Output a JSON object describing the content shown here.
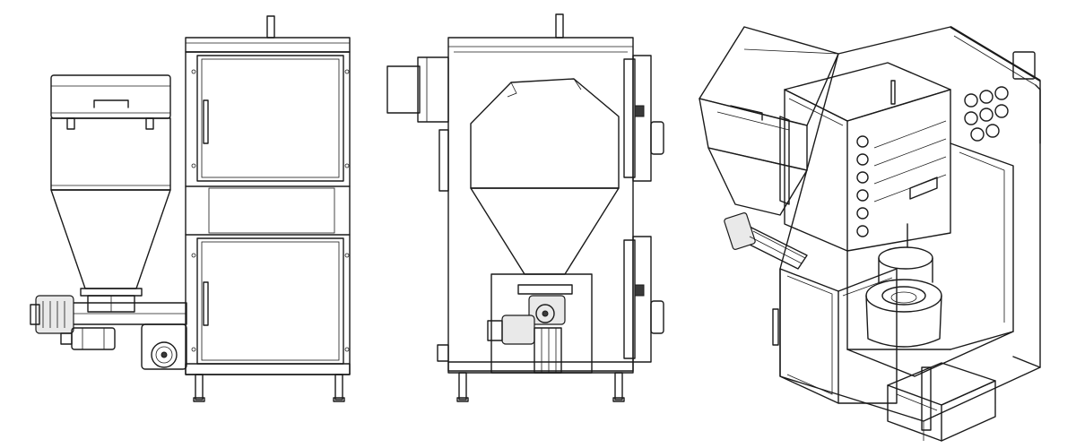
{
  "figure": {
    "views": [
      "side-view",
      "front-view",
      "isometric-cutaway-view"
    ],
    "background": "#ffffff",
    "line_color": "#1a1a1a"
  }
}
